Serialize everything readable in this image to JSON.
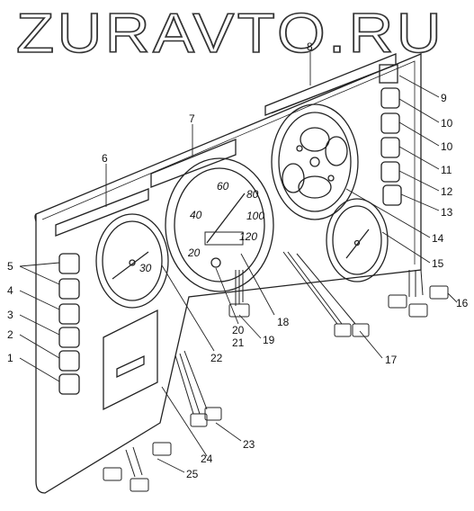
{
  "watermark": "ZURAVTO.RU",
  "speedometer_scale": [
    "20",
    "40",
    "60",
    "80",
    "100",
    "120"
  ],
  "left_gauge_scale": [
    "30"
  ],
  "callouts": [
    "1",
    "2",
    "3",
    "4",
    "5",
    "6",
    "7",
    "8",
    "9",
    "10",
    "10",
    "11",
    "12",
    "13",
    "14",
    "15",
    "16",
    "17",
    "18",
    "19",
    "20",
    "21",
    "22",
    "23",
    "24",
    "25"
  ]
}
